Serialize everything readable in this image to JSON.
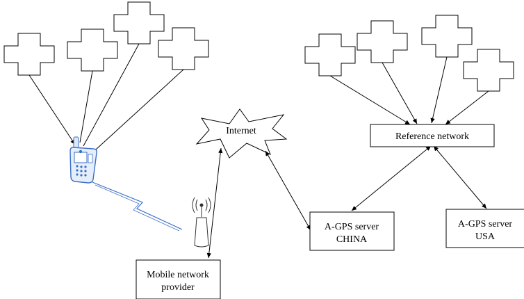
{
  "nodes": {
    "internet": "Internet",
    "reference_network": "Reference network",
    "server_china": [
      "A-GPS server",
      "CHINA"
    ],
    "server_usa": [
      "A-GPS server",
      "USA"
    ],
    "mobile_provider": [
      "Mobile network",
      "provider"
    ]
  },
  "icons": {
    "satellite": "plus-shaped satellite icon",
    "phone": "mobile-phone-icon",
    "tower": "cell-tower-icon"
  }
}
